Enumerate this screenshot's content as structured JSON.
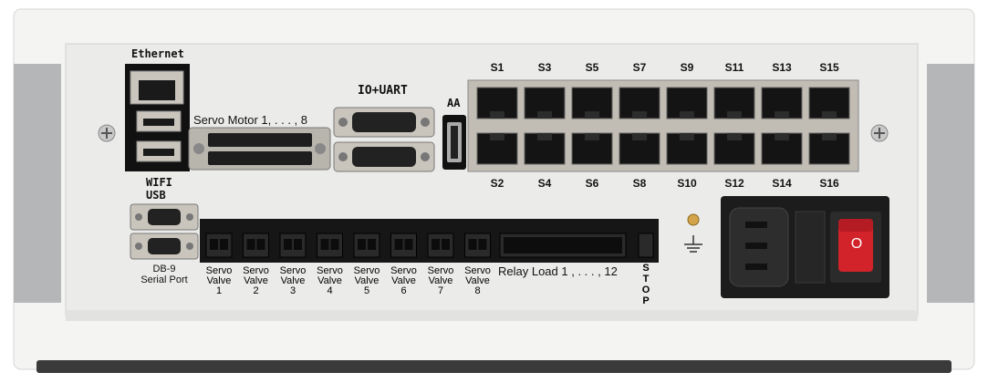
{
  "colors": {
    "panel": "#ebecea",
    "frame": "#f4f4f3",
    "rail": "#b5b6b8",
    "metal": "#c9c5bd",
    "terminal": "#161616",
    "switch": "#d2232a"
  },
  "labels": {
    "ethernet": "Ethernet",
    "servo_motor": "Servo Motor 1, . . . , 8",
    "io_uart": "IO+UART",
    "aa": "AA",
    "wifi": "WIFI",
    "usb": "USB",
    "db9_line1": "DB-9",
    "db9_line2": "Serial Port",
    "relay_load": "Relay Load 1 , . . . , 12",
    "stop": [
      "S",
      "T",
      "O",
      "P"
    ],
    "switch_mark": "O"
  },
  "ports_top": [
    "S1",
    "S3",
    "S5",
    "S7",
    "S9",
    "S11",
    "S13",
    "S15"
  ],
  "ports_bottom": [
    "S2",
    "S4",
    "S6",
    "S8",
    "S10",
    "S12",
    "S14",
    "S16"
  ],
  "servo_valves": [
    {
      "line1": "Servo",
      "line2": "Valve",
      "num": "1"
    },
    {
      "line1": "Servo",
      "line2": "Valve",
      "num": "2"
    },
    {
      "line1": "Servo",
      "line2": "Valve",
      "num": "3"
    },
    {
      "line1": "Servo",
      "line2": "Valve",
      "num": "4"
    },
    {
      "line1": "Servo",
      "line2": "Valve",
      "num": "5"
    },
    {
      "line1": "Servo",
      "line2": "Valve",
      "num": "6"
    },
    {
      "line1": "Servo",
      "line2": "Valve",
      "num": "7"
    },
    {
      "line1": "Servo",
      "line2": "Valve",
      "num": "8"
    }
  ],
  "icons": [
    "ground-icon",
    "screw-icon",
    "power-socket-icon",
    "power-switch-icon"
  ]
}
